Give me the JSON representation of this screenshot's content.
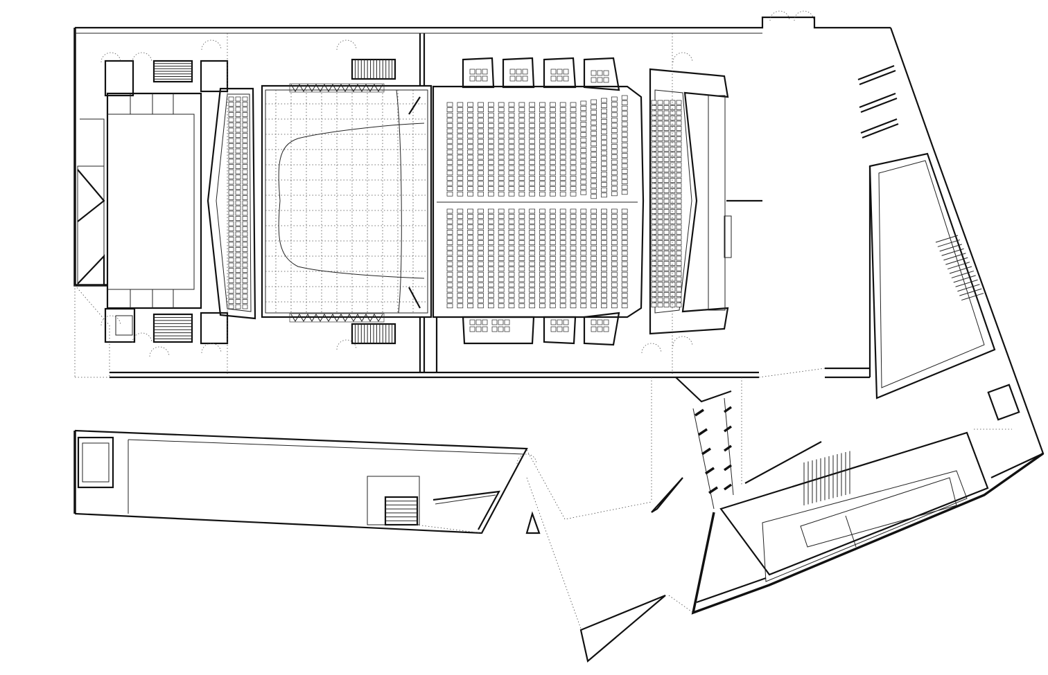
{
  "drawing": {
    "line_color": "#111111",
    "background": "#ffffff"
  },
  "auditorium": {
    "seat_rows_upper": 18,
    "seat_rows_lower": 18,
    "side_gallery_rows": 5
  }
}
